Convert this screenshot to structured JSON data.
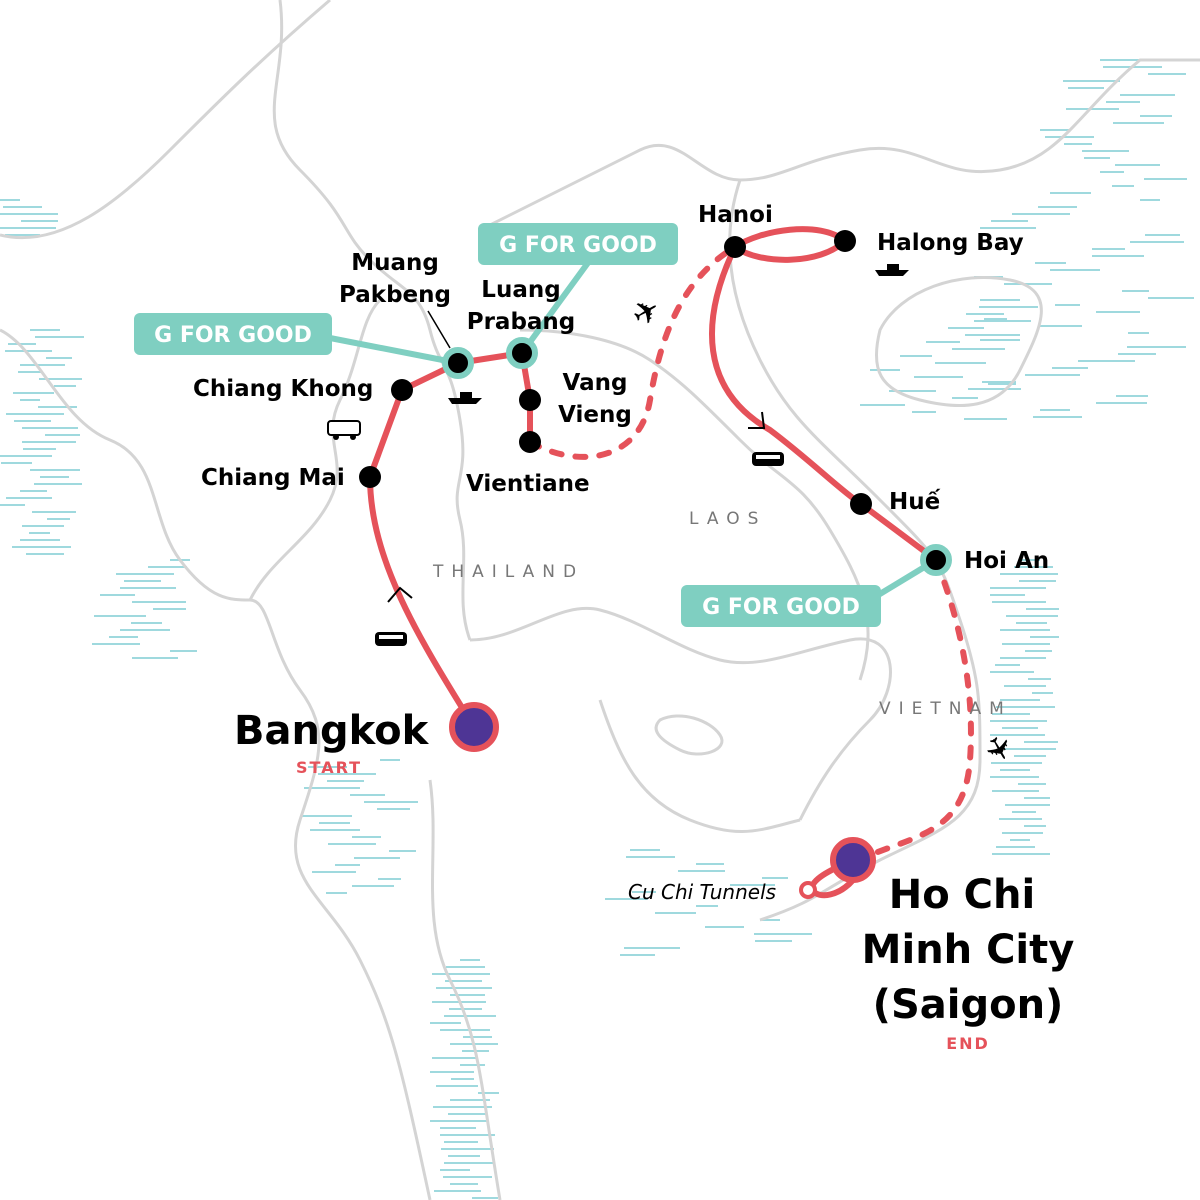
{
  "colors": {
    "route": "#e5525a",
    "stop": "#000000",
    "g_for_good": "#7fcfc1",
    "endpoint_fill": "#4e3595",
    "border": "#d4d4d4",
    "sea": "#9fd9de"
  },
  "regions": {
    "thailand": "THAILAND",
    "laos": "LAOS",
    "vietnam": "VIETNAM"
  },
  "stops": {
    "bangkok": "Bangkok",
    "chiang_mai": "Chiang Mai",
    "chiang_khong": "Chiang Khong",
    "muang_pakbeng_1": "Muang",
    "muang_pakbeng_2": "Pakbeng",
    "luang_prabang_1": "Luang",
    "luang_prabang_2": "Prabang",
    "vang_vieng_1": "Vang",
    "vang_vieng_2": "Vieng",
    "vientiane": "Vientiane",
    "hanoi": "Hanoi",
    "halong_bay": "Halong Bay",
    "hue": "Huế",
    "hoi_an": "Hoi An",
    "cu_chi": "Cu Chi Tunnels",
    "hcmc_1": "Ho Chi",
    "hcmc_2": "Minh City",
    "hcmc_3": "(Saigon)"
  },
  "start_label": "START",
  "end_label": "END",
  "badges": [
    "G FOR GOOD",
    "G FOR GOOD",
    "G FOR GOOD"
  ],
  "transport_icons": [
    "train-icon",
    "bus-icon",
    "boat-icon",
    "plane-icon",
    "train-icon",
    "boat-icon",
    "plane-icon"
  ]
}
